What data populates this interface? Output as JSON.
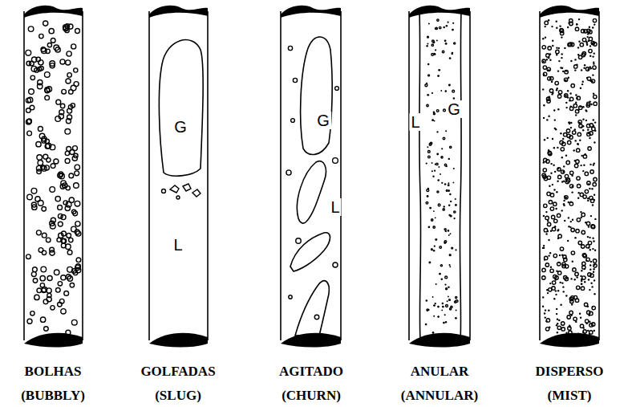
{
  "diagram": {
    "labels": [
      "G",
      "L",
      "G",
      "L",
      "L",
      "G",
      "BOLHAS",
      "(BUBBLY)",
      "GOLFADAS",
      "(SLUG)",
      "AGITADO",
      "(CHURN)",
      "ANULAR",
      "(ANNULAR)",
      "DISPERSO",
      "(MIST)"
    ]
  }
}
